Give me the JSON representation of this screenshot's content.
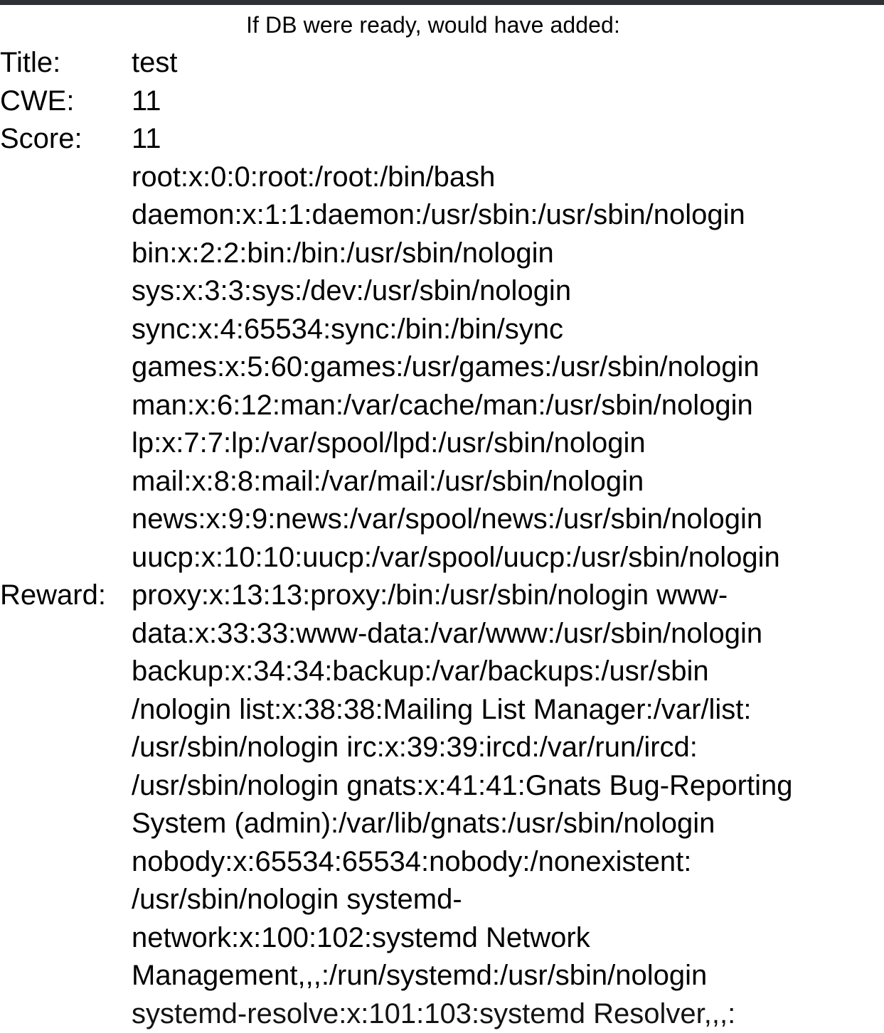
{
  "window": {
    "chrome_bar_color": "#2e3035",
    "background_color": "#ffffff",
    "text_color": "#000000"
  },
  "header": {
    "title": "If DB were ready, would have added:"
  },
  "fields": [
    {
      "label": "Title:",
      "value": "test",
      "type": "simple"
    },
    {
      "label": "CWE:",
      "value": "11",
      "type": "simple"
    },
    {
      "label": "Score:",
      "value": "11",
      "type": "simple"
    },
    {
      "label": "Reward:",
      "type": "block"
    }
  ],
  "labels": {
    "title": "Title:",
    "cwe": "CWE:",
    "score": "Score:",
    "reward": "Reward:"
  },
  "values": {
    "title": "test",
    "cwe": "11",
    "score": "11"
  },
  "reward": {
    "lines": [
      "root:x:0:0:root:/root:/bin/bash",
      "daemon:x:1:1:daemon:/usr/sbin:/usr/sbin/nologin",
      "bin:x:2:2:bin:/bin:/usr/sbin/nologin",
      "sys:x:3:3:sys:/dev:/usr/sbin/nologin",
      "sync:x:4:65534:sync:/bin:/bin/sync",
      "games:x:5:60:games:/usr/games:/usr/sbin/nologin",
      "man:x:6:12:man:/var/cache/man:/usr/sbin/nologin",
      "lp:x:7:7:lp:/var/spool/lpd:/usr/sbin/nologin",
      "mail:x:8:8:mail:/var/mail:/usr/sbin/nologin",
      "news:x:9:9:news:/var/spool/news:/usr/sbin/nologin",
      "uucp:x:10:10:uucp:/var/spool/uucp:/usr/sbin/nologin",
      "proxy:x:13:13:proxy:/bin:/usr/sbin/nologin www-",
      "data:x:33:33:www-data:/var/www:/usr/sbin/nologin",
      "backup:x:34:34:backup:/var/backups:/usr/sbin",
      "/nologin list:x:38:38:Mailing List Manager:/var/list:",
      "/usr/sbin/nologin irc:x:39:39:ircd:/var/run/ircd:",
      "/usr/sbin/nologin gnats:x:41:41:Gnats Bug-Reporting",
      "System (admin):/var/lib/gnats:/usr/sbin/nologin",
      "nobody:x:65534:65534:nobody:/nonexistent:",
      "/usr/sbin/nologin systemd-",
      "network:x:100:102:systemd Network",
      "Management,,,:/run/systemd:/usr/sbin/nologin",
      "systemd-resolve:x:101:103:systemd Resolver,,,:"
    ]
  }
}
